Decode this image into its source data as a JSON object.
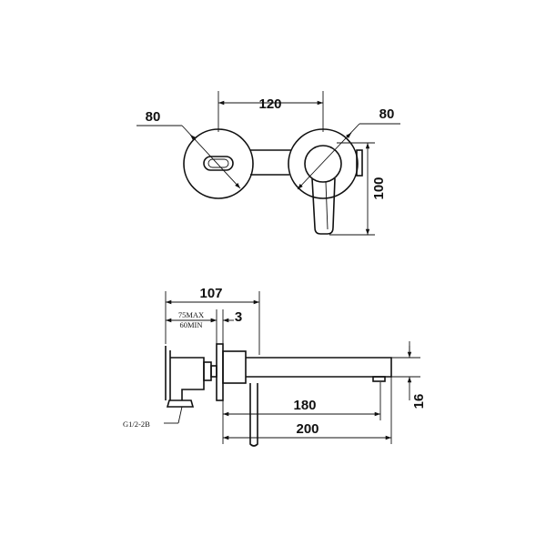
{
  "top_view": {
    "dim_width": "120",
    "dim_left_diameter": "80",
    "dim_right_diameter": "80",
    "dim_height": "100"
  },
  "side_view": {
    "dim_overall_depth": "107",
    "dim_wall_max": "75MAX",
    "dim_wall_min": "60MIN",
    "dim_plate": "3",
    "dim_spout_reach": "180",
    "dim_total_reach": "200",
    "dim_spout_height": "16",
    "connection_label": "G1/2-2B"
  }
}
